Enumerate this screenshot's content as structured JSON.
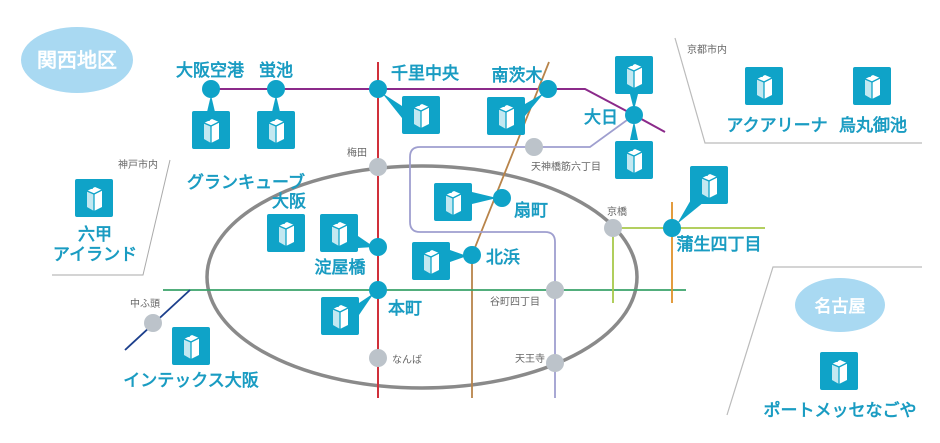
{
  "regions": {
    "kansai": "関西地区",
    "nagoya": "名古屋",
    "kobe_area": "神戸市内",
    "kyoto_area": "京都市内"
  },
  "venues": {
    "osaka_airport": "大阪空港",
    "hotarugaike": "蛍池",
    "senri_chuo": "千里中央",
    "minami_ibaraki": "南茨木",
    "dainichi": "大日",
    "aqua_arena": "アクアリーナ",
    "karasuma_oike": "烏丸御池",
    "rokko_line1": "六甲",
    "rokko_line2": "アイランド",
    "grandcube_line1": "グランキューブ",
    "grandcube_line2": "大阪",
    "yodoyabashi": "淀屋橋",
    "ogimachi": "扇町",
    "kitahama": "北浜",
    "hommachi": "本町",
    "intex": "インテックス大阪",
    "gamo": "蒲生四丁目",
    "portmesse": "ポートメッセなごや"
  },
  "stations": {
    "umeda": "梅田",
    "tenjimbashi": "天神橋筋六丁目",
    "kyobashi": "京橋",
    "nakafuto": "中ふ頭",
    "namba": "なんば",
    "tanimachi": "谷町四丁目",
    "tennoji": "天王寺"
  },
  "colors": {
    "accent": "#0fa3c8",
    "region_bubble": "#a9d9f2",
    "gray_station": "#bcc3ca"
  }
}
